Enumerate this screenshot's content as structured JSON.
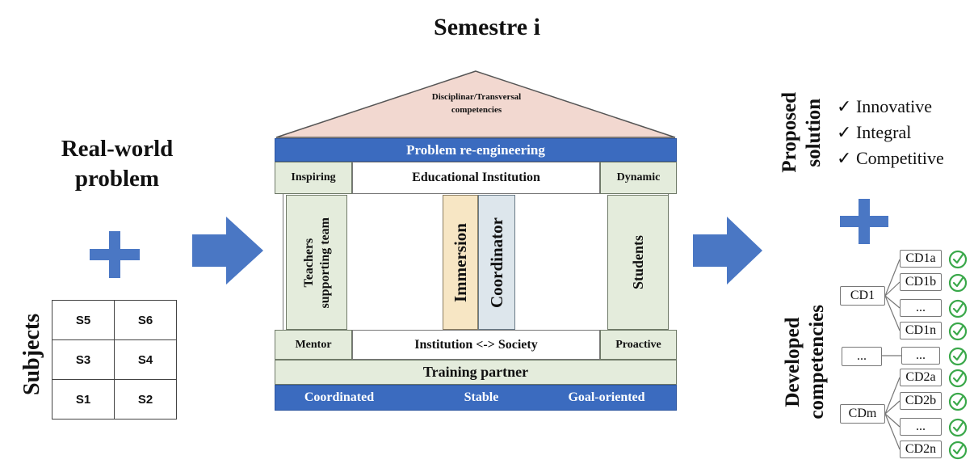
{
  "title": "Semestre i",
  "left": {
    "problem_line1": "Real-world",
    "problem_line2": "problem",
    "subjects_label": "Subjects",
    "subjects_grid": [
      [
        "S5",
        "S6"
      ],
      [
        "S3",
        "S4"
      ],
      [
        "S1",
        "S2"
      ]
    ]
  },
  "house": {
    "roof_line1": "Disciplinar/Transversal",
    "roof_line2": "competencies",
    "top_band": "Problem re-engineering",
    "inspiring": "Inspiring",
    "edu_institution": "Educational Institution",
    "dynamic": "Dynamic",
    "teachers_line1": "Teachers",
    "teachers_line2": "supporting team",
    "immersion": "Immersion",
    "coordinator": "Coordinator",
    "students": "Students",
    "mentor": "Mentor",
    "institution_society": "Institution <-> Society",
    "proactive": "Proactive",
    "training_partner": "Training partner",
    "base_left": "Coordinated",
    "base_mid": "Stable",
    "base_right": "Goal-oriented"
  },
  "right": {
    "proposed_line1": "Proposed",
    "proposed_line2": "solution",
    "solution_items": [
      "Innovative",
      "Integral",
      "Competitive"
    ],
    "check_mark": "✓",
    "developed_line1": "Developed",
    "developed_line2": "competencies",
    "cd1": "CD1",
    "cd1_children": [
      "CD1a",
      "CD1b",
      "...",
      "CD1n"
    ],
    "mid_parent": "...",
    "mid_child": "...",
    "cdm": "CDm",
    "cdm_children": [
      "CD2a",
      "CD2b",
      "...",
      "CD2n"
    ]
  },
  "colors": {
    "blue_band": "#3b6bbf",
    "arrow_blue": "#4a77c4",
    "roof": "#f2d8d0",
    "pillar_green": "#e4ecdc",
    "immersion": "#f7e6c4",
    "coordinator": "#dde6ec",
    "check_green": "#3aa84a"
  },
  "icons": [
    "plus-icon",
    "arrow-right-icon",
    "check-circle-icon"
  ]
}
